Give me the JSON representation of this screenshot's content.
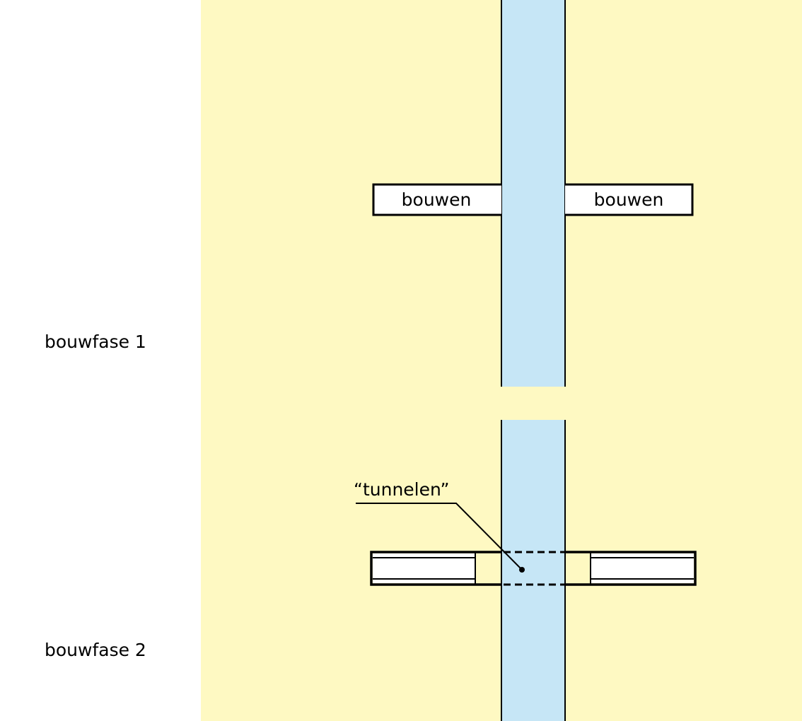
{
  "phases": {
    "phase1": "bouwfase 1",
    "phase2": "bouwfase 2"
  },
  "phase1": {
    "left_box": "bouwen",
    "right_box": "bouwen"
  },
  "phase2": {
    "annotation": "“tunnelen”"
  },
  "colors": {
    "land": "#fef9c2",
    "water": "#c6e6f6",
    "structure": "#ffffff",
    "line": "#000000"
  }
}
